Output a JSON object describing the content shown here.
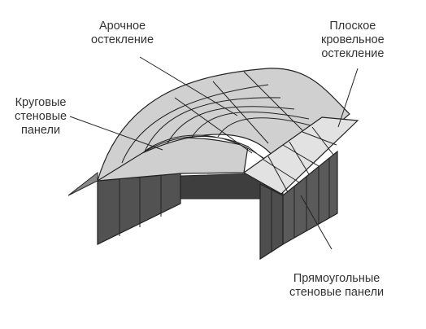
{
  "labels": {
    "arched": [
      "Арочное",
      "остекление"
    ],
    "flat": [
      "Плоское",
      "кровельное",
      "остекление"
    ],
    "circular": [
      "Круговые",
      "стеновые",
      "панели"
    ],
    "rect": [
      "Прямоугольные",
      "стеновые панели"
    ]
  },
  "colors": {
    "wall_dark": "#505050",
    "wall_mid": "#5c5c5c",
    "roof_light": "#cfcfcf",
    "roof_flat": "#e2e2e2",
    "outline": "#222222",
    "text": "#333333"
  }
}
